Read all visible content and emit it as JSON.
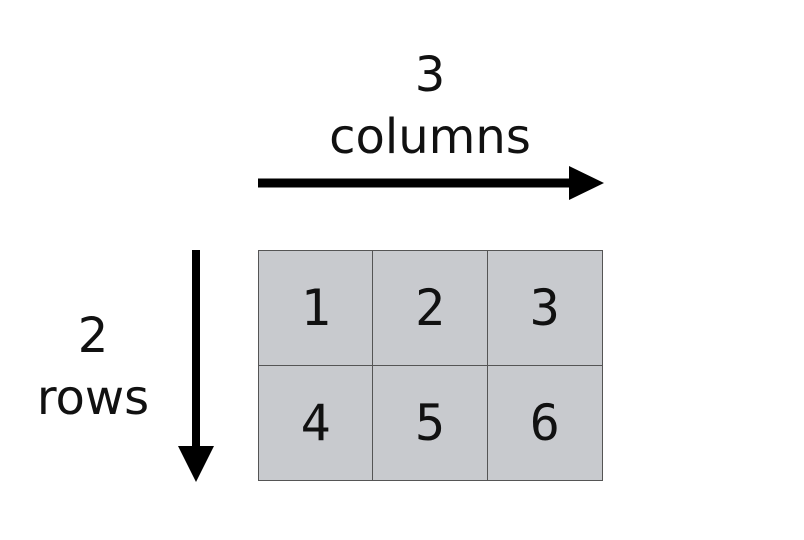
{
  "columns": {
    "count": "3",
    "word": "columns"
  },
  "rows": {
    "count": "2",
    "word": "rows"
  },
  "cells": [
    "1",
    "2",
    "3",
    "4",
    "5",
    "6"
  ],
  "colors": {
    "cell_fill": "#c8cace",
    "arrow": "#000000",
    "text": "#111111"
  }
}
